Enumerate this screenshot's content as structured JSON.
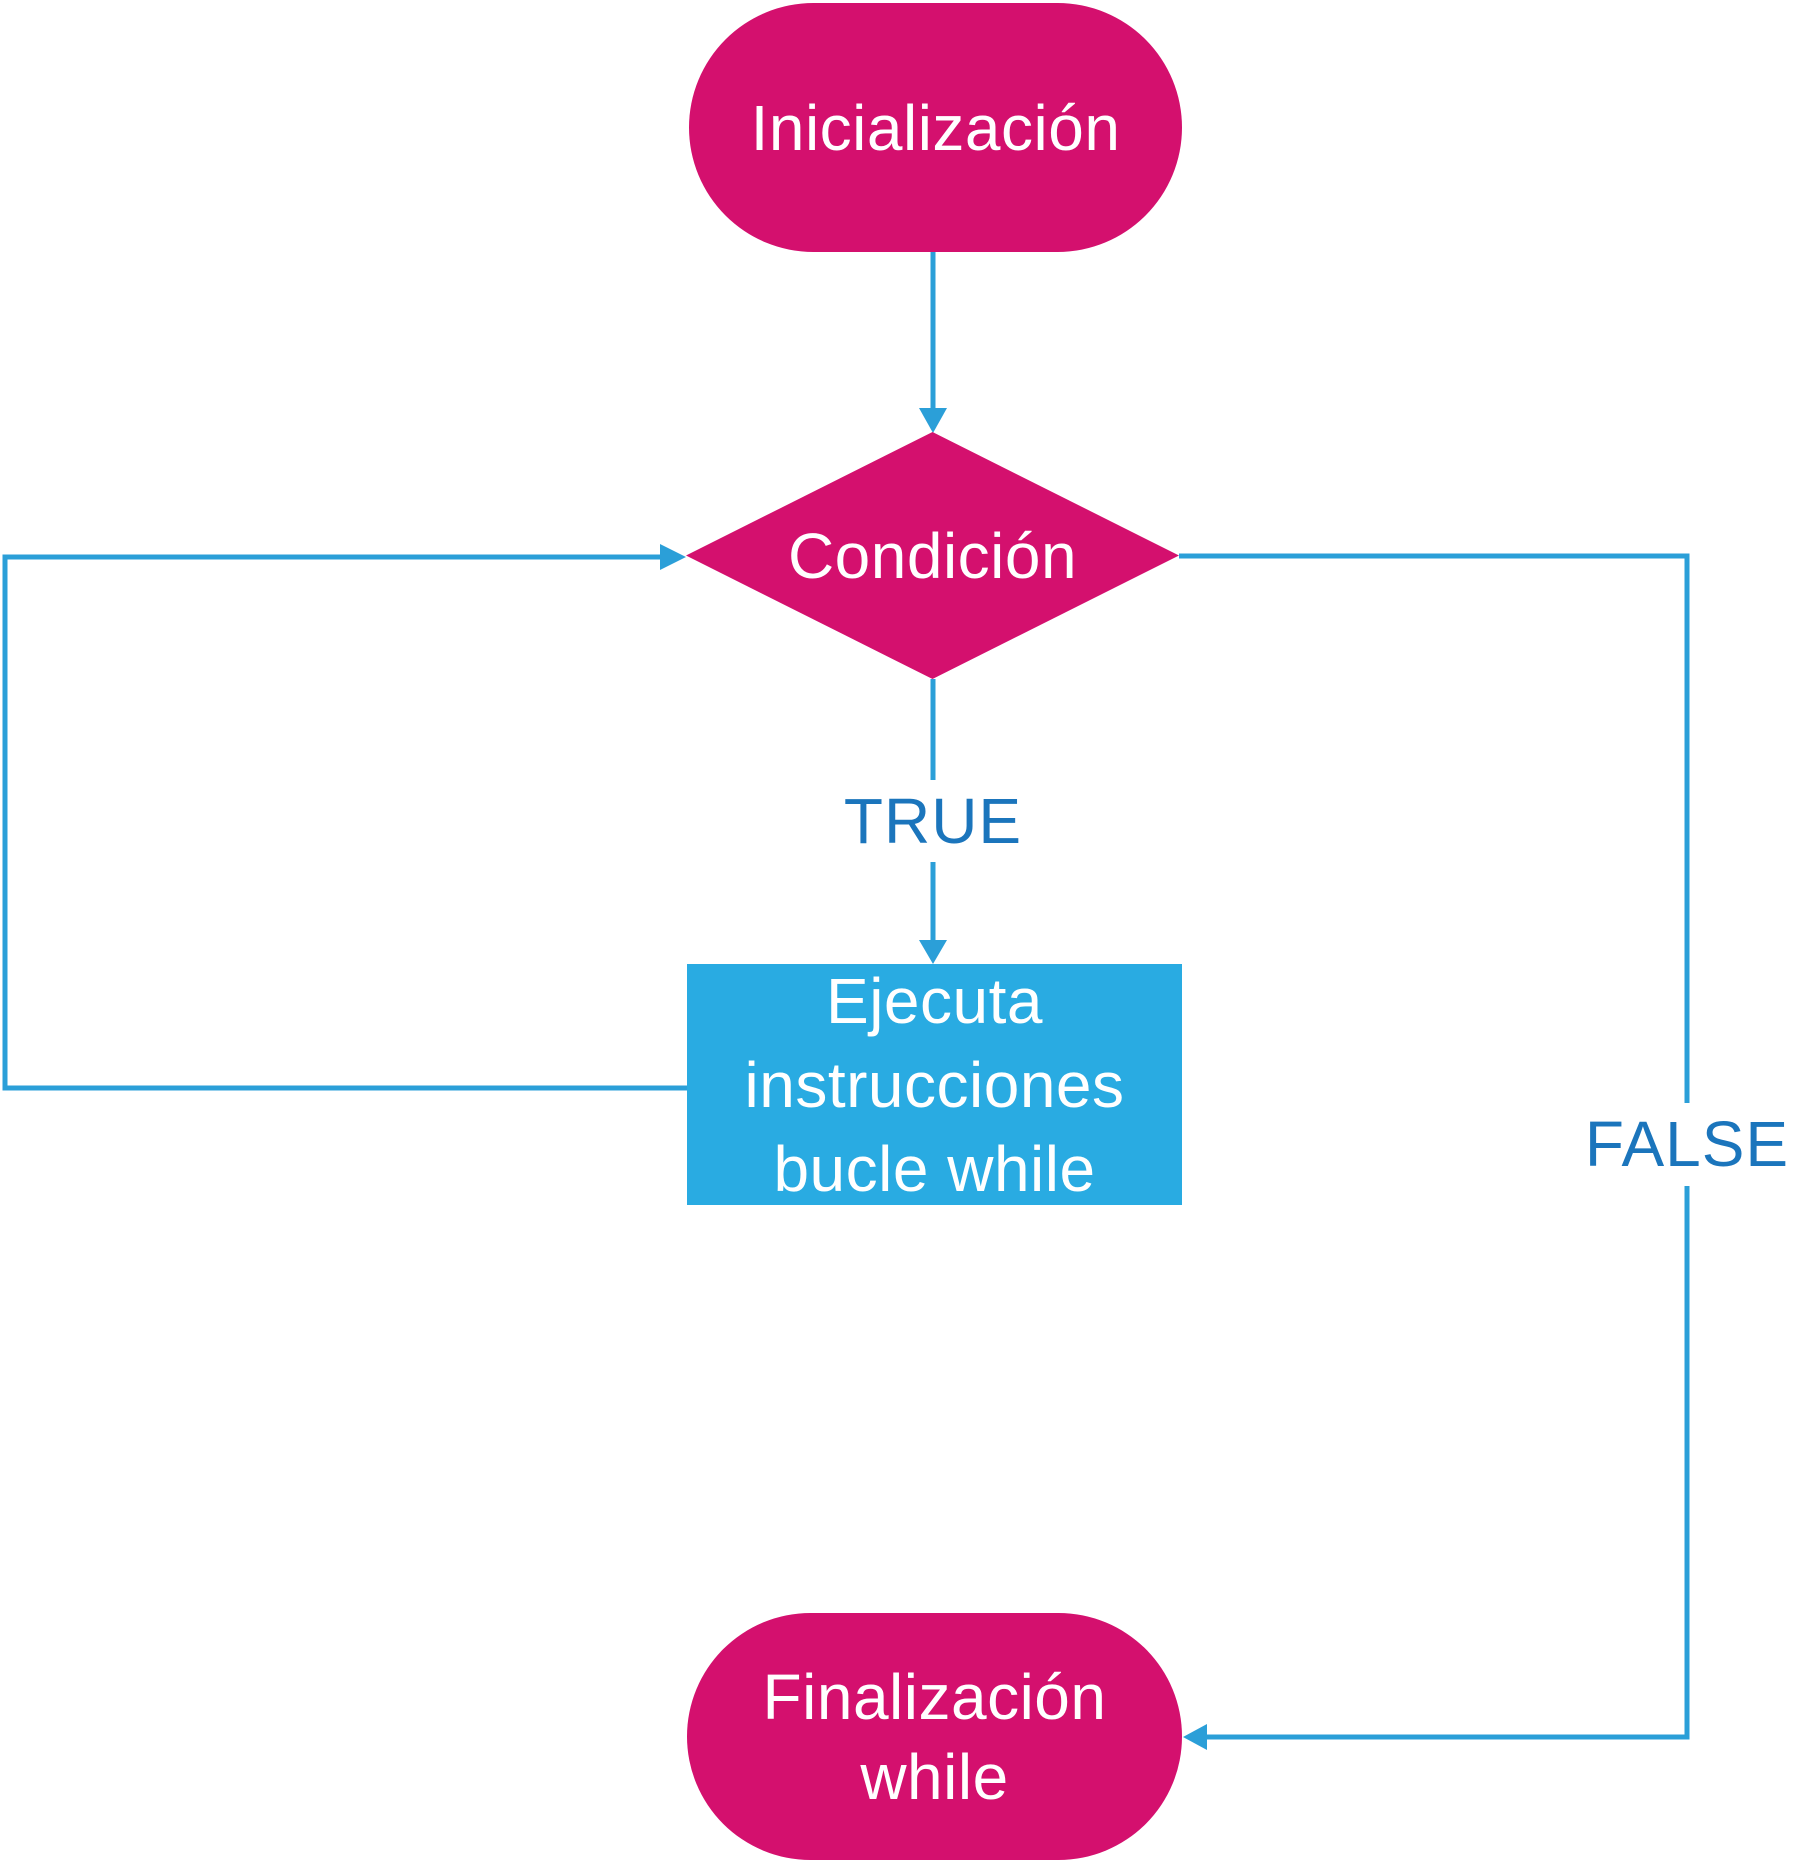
{
  "diagram": {
    "title": "while-loop flowchart",
    "language": "es"
  },
  "colors": {
    "magenta": "#d4106e",
    "blue": "#29abe2",
    "line": "#2b9fd8",
    "label-blue": "#1b75bc",
    "shape-text": "#ffffff",
    "canvas-bg": "#ffffff"
  },
  "nodes": {
    "start": {
      "type": "terminator",
      "label": "Inicialización"
    },
    "condition": {
      "type": "decision",
      "label": "Condición"
    },
    "process": {
      "type": "process",
      "lines": [
        "Ejecuta",
        "instrucciones",
        "bucle while"
      ]
    },
    "end": {
      "type": "terminator",
      "lines": [
        "Finalización",
        "while"
      ]
    }
  },
  "edges": {
    "start_to_condition": {
      "from": "start",
      "to": "condition",
      "label": ""
    },
    "condition_to_process": {
      "from": "condition",
      "to": "process",
      "label": "TRUE"
    },
    "process_to_condition_loop": {
      "from": "process",
      "to": "condition",
      "label": ""
    },
    "condition_to_end": {
      "from": "condition",
      "to": "end",
      "label": "FALSE"
    }
  }
}
